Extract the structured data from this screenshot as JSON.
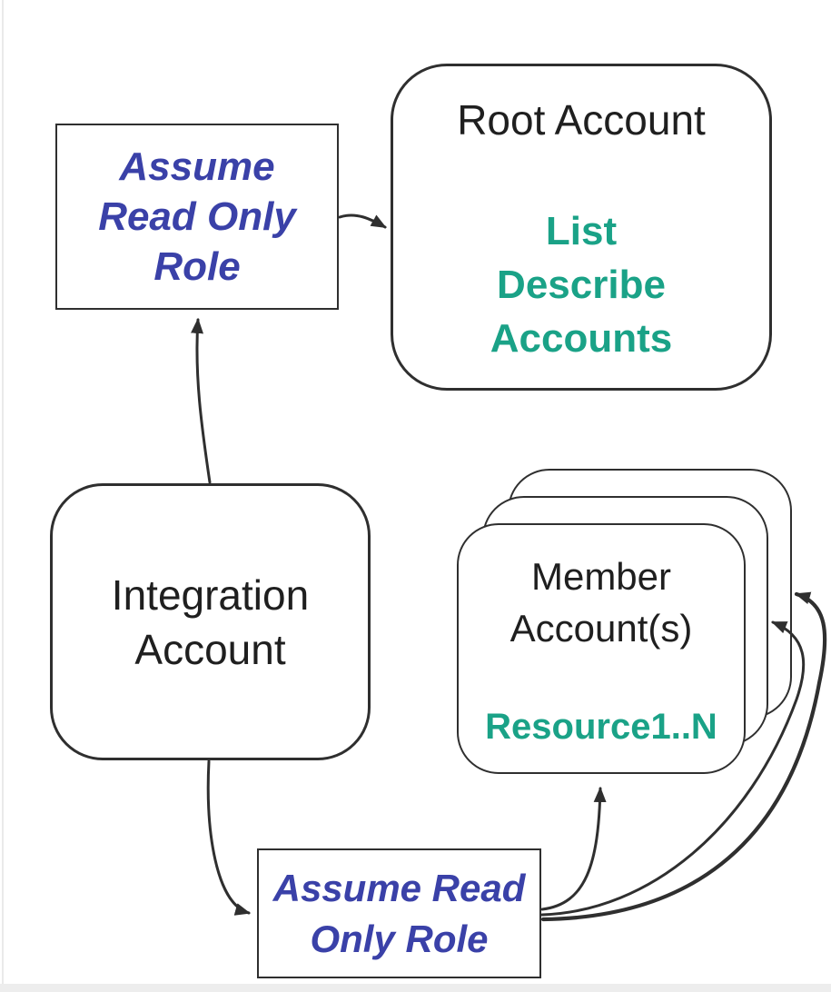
{
  "page": {
    "bg": "#ffffff",
    "left_edge_color": "#eaeaea",
    "bottom_strip_color": "#ededed"
  },
  "colors": {
    "outline": "#2f2f2f",
    "role_blue": "#3a41a8",
    "action_teal": "#1aa287",
    "text_black": "#1f1f1f"
  },
  "nodes": {
    "assume_role_top": {
      "lines": [
        "Assume",
        "Read Only",
        "Role"
      ]
    },
    "root_account": {
      "title": "Root Account",
      "actions": [
        "List",
        "Describe",
        "Accounts"
      ]
    },
    "integration_account": {
      "lines": [
        "Integration",
        "Account"
      ]
    },
    "member_accounts": {
      "title_lines": [
        "Member",
        "Account(s)"
      ],
      "resources": "Resource1..N"
    },
    "assume_role_bottom": {
      "lines": [
        "Assume Read",
        "Only Role"
      ]
    }
  },
  "edges": [
    {
      "from": "assume-role-top-box",
      "to": "root-account-node"
    },
    {
      "from": "integration-account-node",
      "to": "assume-role-top-box"
    },
    {
      "from": "integration-account-node",
      "to": "assume-role-bottom-box"
    },
    {
      "from": "assume-role-bottom-box",
      "to": "member-account-front"
    },
    {
      "from": "assume-role-bottom-box",
      "to": "member-account-middle"
    },
    {
      "from": "assume-role-bottom-box",
      "to": "member-account-back"
    }
  ]
}
